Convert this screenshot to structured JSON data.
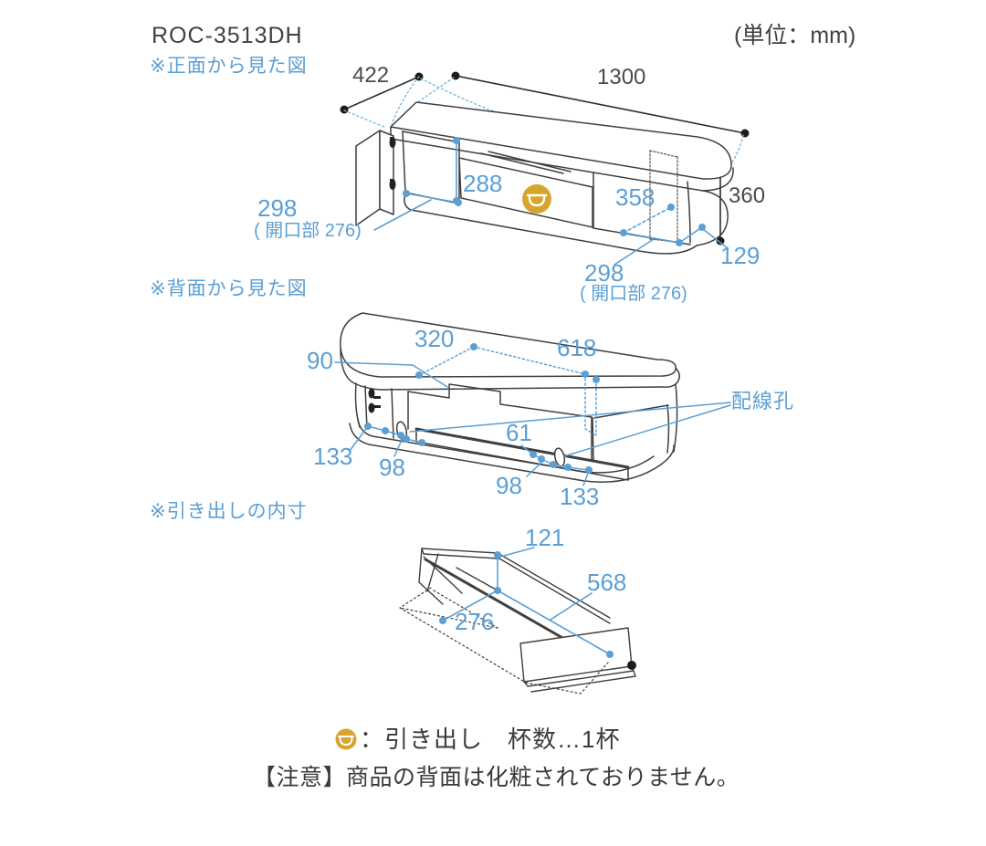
{
  "header": {
    "model": "ROC-3513DH",
    "unit_note": "(単位：mm)"
  },
  "front_view": {
    "heading": "※正面から見た図",
    "depth": "422",
    "width": "1300",
    "height": "360",
    "inner_height": "288",
    "left_inner_depth": "298",
    "left_opening": "( 開口部 276)",
    "right_inner_width": "358",
    "base_height": "129",
    "right_inner_depth": "298",
    "right_opening": "( 開口部 276)"
  },
  "rear_view": {
    "heading": "※背面から見た図",
    "top_clearance": "90",
    "notch_width": "320",
    "back_open_width": "618",
    "left_margin": "133",
    "left_offset": "98",
    "center_gap": "61",
    "right_offset": "98",
    "right_margin": "133",
    "wiring_holes": "配線孔"
  },
  "drawer_view": {
    "heading": "※引き出しの内寸",
    "inner_height": "121",
    "inner_width": "568",
    "inner_depth": "276"
  },
  "legend": {
    "drawer_note": "：引き出し　杯数…1杯",
    "caution": "【注意】商品の背面は化粧されておりません。"
  },
  "colors": {
    "dimension_blue": "#5b9fd4",
    "line_dark": "#3f3f3f",
    "drawer_badge_orange": "#d7a42e"
  }
}
